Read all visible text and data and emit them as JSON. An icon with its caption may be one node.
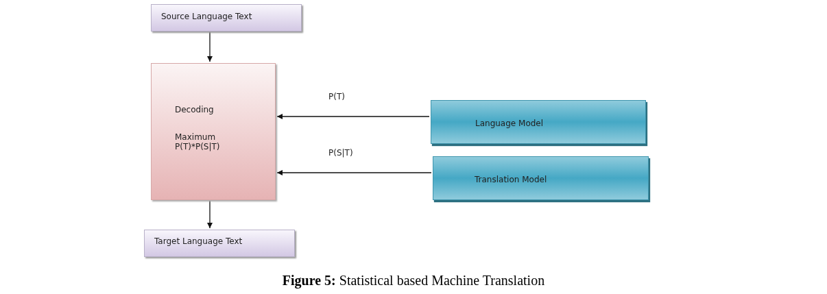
{
  "diagram": {
    "caption": "**Figure 5:** Statistical based Machine Translation",
    "nodes": [
      {
        "text": [
          "Source Language Text"
        ]
      },
      {
        "text": [
          "Decoding",
          "Maximum P(T)*P(S|T)"
        ]
      },
      {
        "text": [
          "Language Model"
        ]
      },
      {
        "text": [
          "Translation Model"
        ]
      },
      {
        "text": [
          "Target Language Text"
        ]
      }
    ],
    "edges": [
      {
        "from": 0,
        "to": 1,
        "arrow": "to"
      },
      {
        "from": 2,
        "to": 1,
        "arrow": "to",
        "label": "P(T)"
      },
      {
        "from": 3,
        "to": 1,
        "arrow": "to",
        "label": "P(S|T)"
      },
      {
        "from": 1,
        "to": 4,
        "arrow": "to"
      }
    ]
  }
}
